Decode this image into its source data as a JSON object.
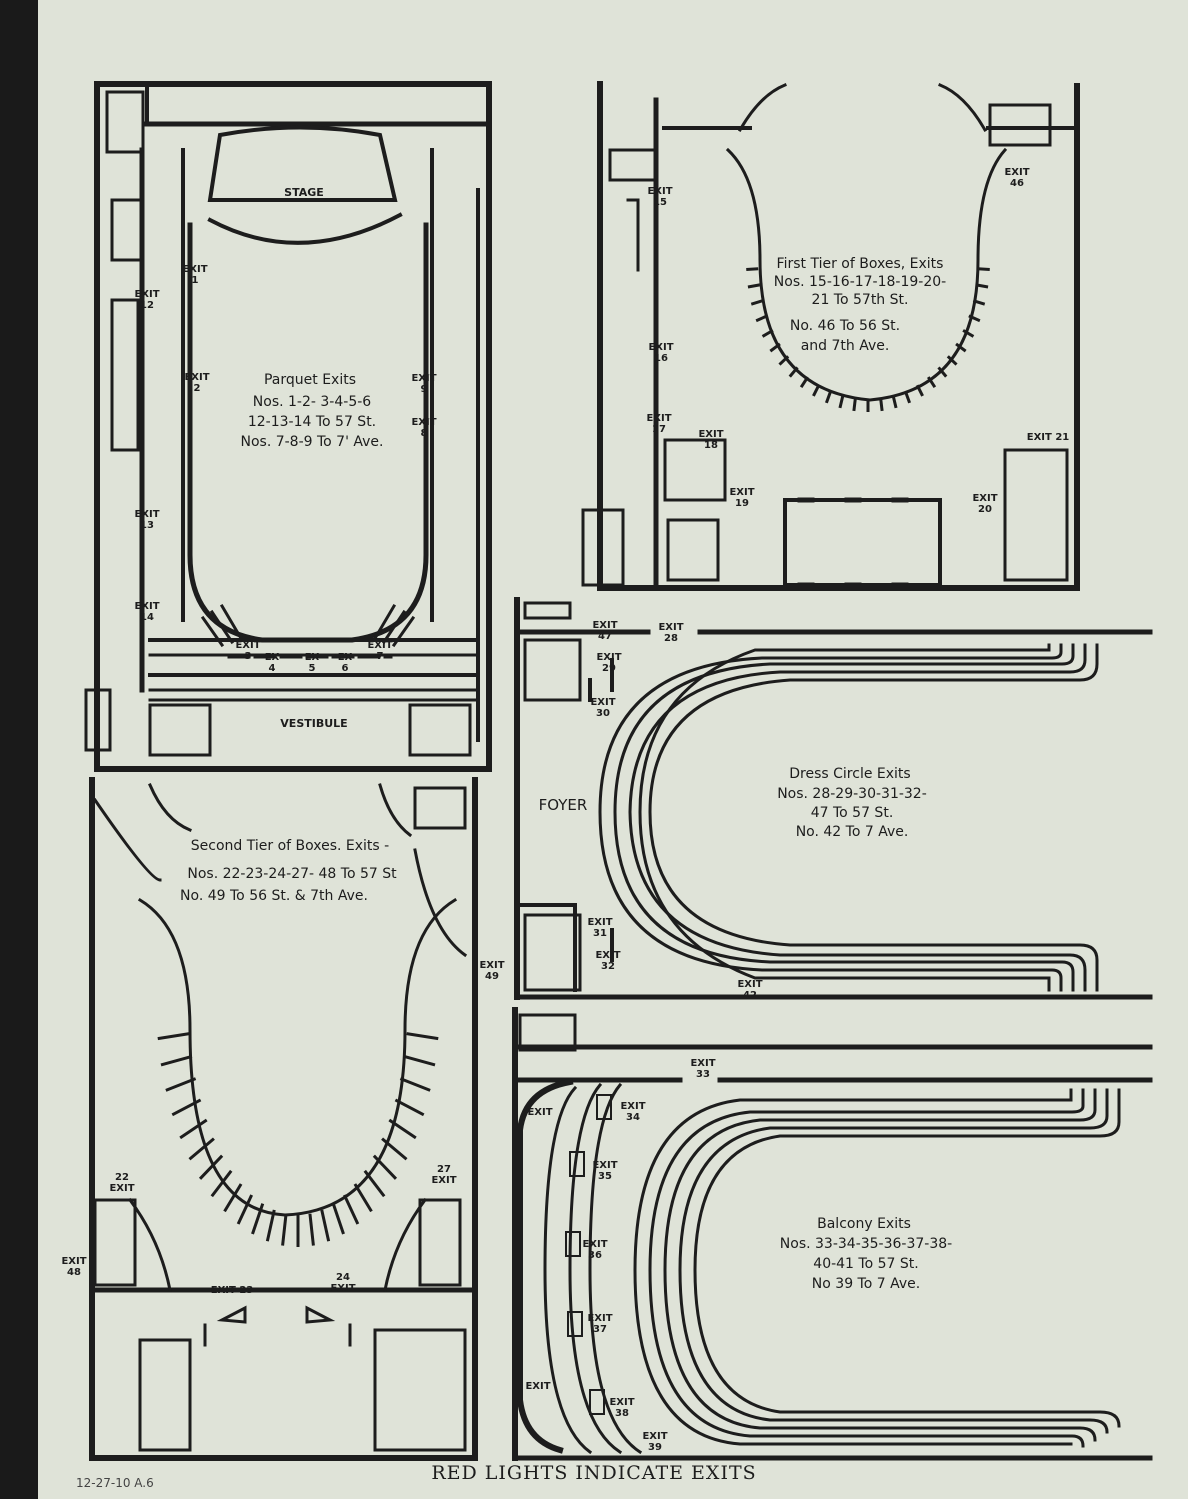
{
  "footer": {
    "caption": "RED LIGHTS INDICATE EXITS",
    "handwritten_date": "12-27-10 A.6"
  },
  "colors": {
    "paper": "#dfe3d8",
    "ink": "#1d1d1d",
    "border": "#1a1a1a"
  },
  "parquet": {
    "stage": "STAGE",
    "vestibule": "VESTIBULE",
    "title": "Parquet Exits",
    "lines": [
      "Nos. 1-2- 3-4-5-6",
      "12-13-14 To 57 St.",
      "Nos. 7-8-9 To 7' Ave."
    ],
    "exits": [
      {
        "l1": "EXIT",
        "l2": "1"
      },
      {
        "l1": "EXIT",
        "l2": "2"
      },
      {
        "l1": "EXIT",
        "l2": "12"
      },
      {
        "l1": "EXIT",
        "l2": "9"
      },
      {
        "l1": "EXIT",
        "l2": "8"
      },
      {
        "l1": "EXIT",
        "l2": "13"
      },
      {
        "l1": "EXIT",
        "l2": "14"
      },
      {
        "l1": "EXIT",
        "l2": "3"
      },
      {
        "l1": "EX",
        "l2": "4"
      },
      {
        "l1": "EX",
        "l2": "5"
      },
      {
        "l1": "EX",
        "l2": "6"
      },
      {
        "l1": "EXIT",
        "l2": "7"
      }
    ]
  },
  "first_tier": {
    "lines": [
      "First Tier of Boxes, Exits",
      "Nos. 15-16-17-18-19-20-",
      "21 To 57th St.",
      "No. 46 To 56 St.",
      "and 7th Ave."
    ],
    "exits": [
      {
        "l1": "EXIT",
        "l2": "15"
      },
      {
        "l1": "EXIT",
        "l2": "46"
      },
      {
        "l1": "EXIT",
        "l2": "16"
      },
      {
        "l1": "EXIT",
        "l2": "17"
      },
      {
        "l1": "EXIT",
        "l2": "18"
      },
      {
        "l1": "EXIT 21",
        "l2": ""
      },
      {
        "l1": "EXIT",
        "l2": "19"
      },
      {
        "l1": "EXIT",
        "l2": "20"
      }
    ]
  },
  "dress_circle": {
    "foyer": "FOYER",
    "lines": [
      "Dress Circle Exits",
      "Nos. 28-29-30-31-32-",
      "47 To 57 St.",
      "No. 42 To 7 Ave."
    ],
    "exits": [
      {
        "l1": "EXIT",
        "l2": "47"
      },
      {
        "l1": "EXIT",
        "l2": "28"
      },
      {
        "l1": "EXIT",
        "l2": "29"
      },
      {
        "l1": "EXIT",
        "l2": "30"
      },
      {
        "l1": "EXIT",
        "l2": "31"
      },
      {
        "l1": "EXIT",
        "l2": "32"
      },
      {
        "l1": "EXIT",
        "l2": "42"
      }
    ]
  },
  "second_tier": {
    "lines": [
      "Second Tier of Boxes. Exits -",
      "Nos. 22-23-24-27- 48 To 57 St",
      "No. 49 To 56 St. & 7th Ave."
    ],
    "exits": [
      {
        "l1": "EXIT",
        "l2": "49"
      },
      {
        "l1": "22",
        "l2": "EXIT"
      },
      {
        "l1": "27",
        "l2": "EXIT"
      },
      {
        "l1": "EXIT",
        "l2": "48"
      },
      {
        "l1": "EXIT 23",
        "l2": ""
      },
      {
        "l1": "24",
        "l2": "EXIT"
      }
    ]
  },
  "balcony": {
    "lines": [
      "Balcony Exits",
      "Nos. 33-34-35-36-37-38-",
      "40-41 To 57 St.",
      "No 39 To 7 Ave."
    ],
    "exits": [
      {
        "l1": "EXIT",
        "l2": "33"
      },
      {
        "l1": "EXIT",
        "l2": ""
      },
      {
        "l1": "EXIT",
        "l2": "34"
      },
      {
        "l1": "EXIT",
        "l2": "35"
      },
      {
        "l1": "EXIT",
        "l2": "36"
      },
      {
        "l1": "EXIT",
        "l2": "37"
      },
      {
        "l1": "EXIT",
        "l2": "38"
      },
      {
        "l1": "EXIT",
        "l2": ""
      },
      {
        "l1": "EXIT",
        "l2": "39"
      }
    ]
  }
}
